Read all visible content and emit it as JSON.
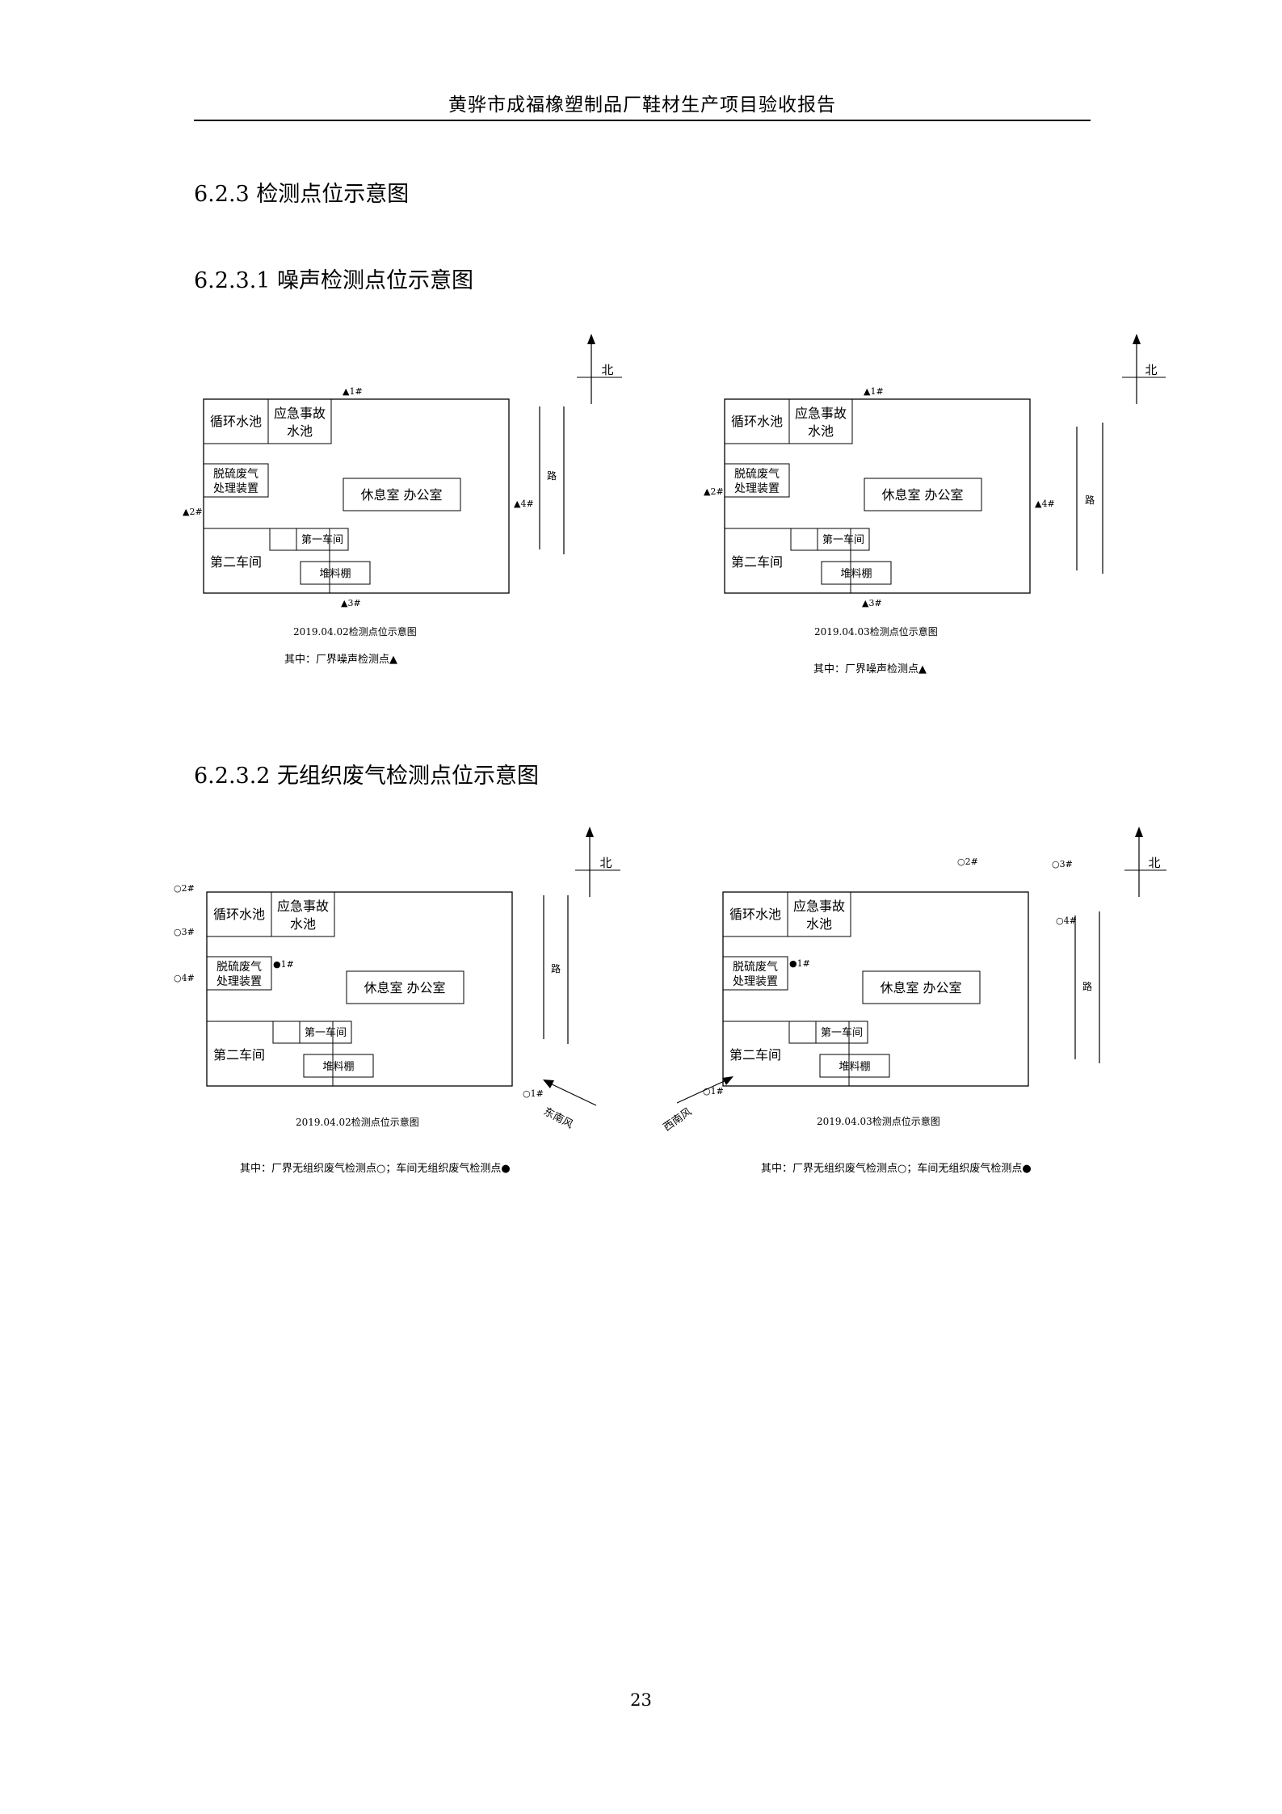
{
  "header": {
    "title": "黄骅市成福橡塑制品厂鞋材生产项目验收报告"
  },
  "headings": {
    "h1": "6.2.3  检测点位示意图",
    "h2": "6.2.3.1 噪声检测点位示意图",
    "h3": "6.2.3.2 无组织废气检测点位示意图"
  },
  "common_labels": {
    "north": "北",
    "road": "路",
    "pool": "循环水池",
    "emergency_l1": "应急事故",
    "emergency_l2": "水池",
    "desulf_l1": "脱硫废气",
    "desulf_l2": "处理装置",
    "rest_office": "休息室   办公室",
    "workshop1": "第一车间",
    "workshop2": "第二车间",
    "shed": "堆料棚"
  },
  "noise": {
    "points": {
      "p1": "▲1#",
      "p2": "▲2#",
      "p3": "▲3#",
      "p4": "▲4#"
    },
    "left": {
      "caption": "2019.04.02检测点位示意图",
      "legend": "其中：厂界噪声检测点▲"
    },
    "right": {
      "caption": "2019.04.03检测点位示意图",
      "legend": "其中：厂界噪声检测点▲"
    }
  },
  "gas": {
    "points": {
      "o1": "○1#",
      "o2": "○2#",
      "o3": "○3#",
      "o4": "○4#",
      "w1": "●1#"
    },
    "left": {
      "caption": "2019.04.02检测点位示意图",
      "wind": "东南风",
      "legend": "其中：厂界无组织废气检测点○；车间无组织废气检测点●"
    },
    "right": {
      "caption": "2019.04.03检测点位示意图",
      "wind": "西南风",
      "legend": "其中：厂界无组织废气检测点○；车间无组织废气检测点●"
    }
  },
  "page_number": "23"
}
